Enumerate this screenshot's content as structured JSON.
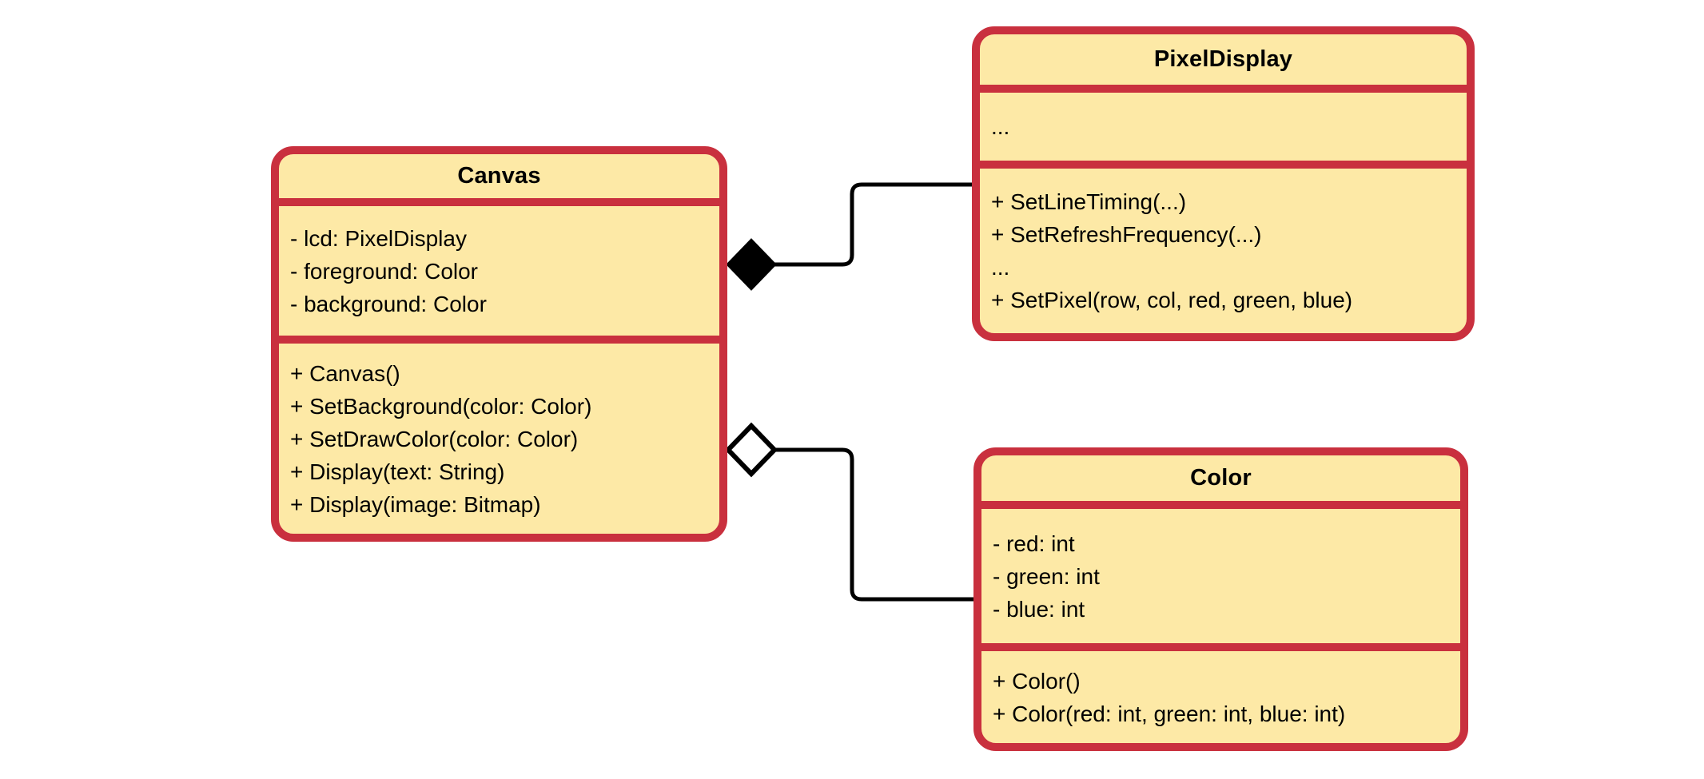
{
  "theme": {
    "box_fill": "#FDE9A6",
    "box_border": "#C9303E",
    "connector_color": "#000000",
    "text_color": "#000000",
    "background": "#ffffff"
  },
  "classes": {
    "canvas": {
      "title": "Canvas",
      "attributes": [
        "- lcd: PixelDisplay",
        "- foreground: Color",
        "- background: Color"
      ],
      "methods": [
        "+ Canvas()",
        "+ SetBackground(color: Color)",
        "+ SetDrawColor(color: Color)",
        "+ Display(text: String)",
        "+ Display(image: Bitmap)"
      ]
    },
    "pixel_display": {
      "title": "PixelDisplay",
      "attributes": [
        "..."
      ],
      "methods": [
        "+ SetLineTiming(...)",
        "+ SetRefreshFrequency(...)",
        "...",
        "+ SetPixel(row, col, red, green, blue)"
      ]
    },
    "color": {
      "title": "Color",
      "attributes": [
        "- red: int",
        "- green: int",
        "- blue: int"
      ],
      "methods": [
        "+ Color()",
        "+ Color(red: int, green: int, blue: int)"
      ]
    }
  },
  "relationships": [
    {
      "type": "composition",
      "diamond": "filled",
      "from": "Canvas",
      "to": "PixelDisplay"
    },
    {
      "type": "aggregation",
      "diamond": "hollow",
      "from": "Canvas",
      "to": "Color"
    }
  ]
}
